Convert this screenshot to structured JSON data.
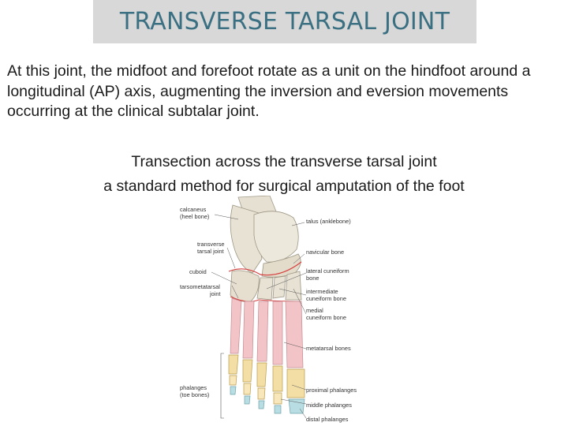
{
  "slide": {
    "title": "TRANSVERSE TARSAL JOINT",
    "paragraph": "At this joint, the midfoot and forefoot rotate as a unit on the hindfoot around a longitudinal (AP) axis, augmenting the inversion and eversion movements occurring at the clinical subtalar joint.",
    "subtitle_line1": "Transection across the transverse tarsal joint",
    "subtitle_line2": "a standard method for surgical amputation of the foot"
  },
  "figure": {
    "labels": {
      "calcaneus_1": "calcaneus",
      "calcaneus_2": "(heel bone)",
      "talus": "talus (anklebone)",
      "transverse_1": "transverse",
      "transverse_2": "tarsal joint",
      "navicular": "navicular bone",
      "lateral_1": "lateral cuneiform",
      "lateral_2": "bone",
      "cuboid": "cuboid",
      "tarsometatarsal_1": "tarsometatarsal",
      "tarsometatarsal_2": "joint",
      "intermediate_1": "intermediate",
      "intermediate_2": "cuneiform bone",
      "medial_1": "medial",
      "medial_2": "cuneiform bone",
      "metatarsal": "metatarsal bones",
      "phalanges_1": "phalanges",
      "phalanges_2": "(toe bones)",
      "proximal": "proximal phalanges",
      "middle": "middle phalanges",
      "distal": "distal phalanges"
    },
    "colors": {
      "tarsal_bone": "#e8e2d4",
      "metatarsal_bone": "#f2c4c8",
      "phalanx_bone": "#f3dfa6",
      "distal_phalanx": "#b8dde2",
      "joint_line": "#d64040",
      "title_text": "#3b6f82",
      "title_box": "#d8d8d8"
    }
  }
}
